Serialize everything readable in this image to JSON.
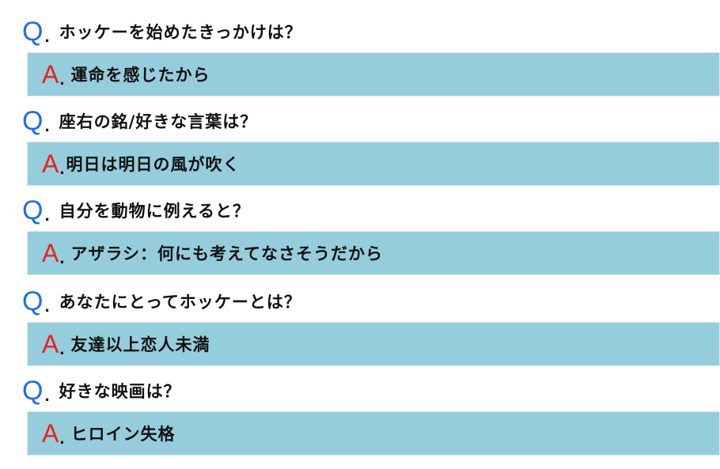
{
  "markers": {
    "question_letter": "Q",
    "answer_letter": "A",
    "separator": "."
  },
  "colors": {
    "question_marker": "#1f6fe0",
    "answer_marker": "#e8231e",
    "answer_box": "#95cddc",
    "text": "#111111"
  },
  "items": [
    {
      "question": "ホッケーを始めたきっかけは？",
      "answer": "運命を感じたから"
    },
    {
      "question": "座右の銘/好きな言葉は？",
      "answer": "明日は明日の風が吹く"
    },
    {
      "question": "自分を動物に例えると？",
      "answer": "アザラシ：何にも考えてなさそうだから"
    },
    {
      "question": "あなたにとってホッケーとは？",
      "answer": "友達以上恋人未満"
    },
    {
      "question": "好きな映画は？",
      "answer": "ヒロイン失格"
    }
  ]
}
